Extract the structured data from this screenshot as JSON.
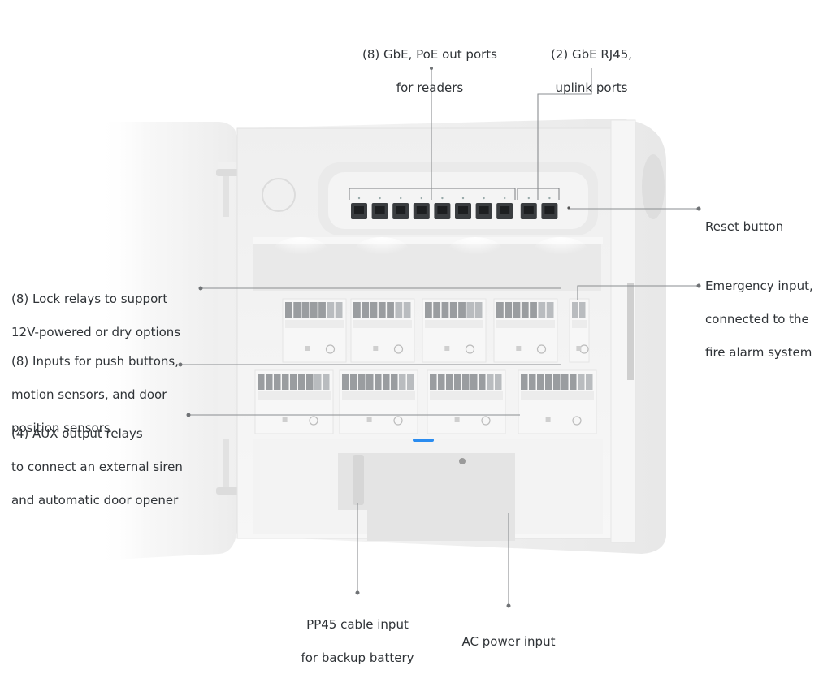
{
  "labels": {
    "poe_ports": [
      "(8) GbE, PoE out ports",
      "for readers"
    ],
    "uplink_ports": [
      "(2) GbE RJ45,",
      "uplink ports"
    ],
    "reset": [
      "Reset button"
    ],
    "emergency": [
      "Emergency input,",
      "connected to the",
      "fire alarm system"
    ],
    "lock_relays": [
      "(8) Lock relays to support",
      "12V-powered or dry options"
    ],
    "inputs": [
      "(8) Inputs for push buttons,",
      "motion sensors, and door",
      "position sensors"
    ],
    "aux": [
      "(4) AUX output relays",
      "to connect an external siren",
      "and automatic door opener"
    ],
    "pp45": [
      "PP45 cable input",
      "for backup battery"
    ],
    "ac_power": [
      "AC power input"
    ]
  },
  "colors": {
    "enclosure": "#f3f4f5",
    "terminal_gray": "#9a9da0",
    "status_led": "#2a8cf0",
    "leader_line": "#8a8d90"
  }
}
